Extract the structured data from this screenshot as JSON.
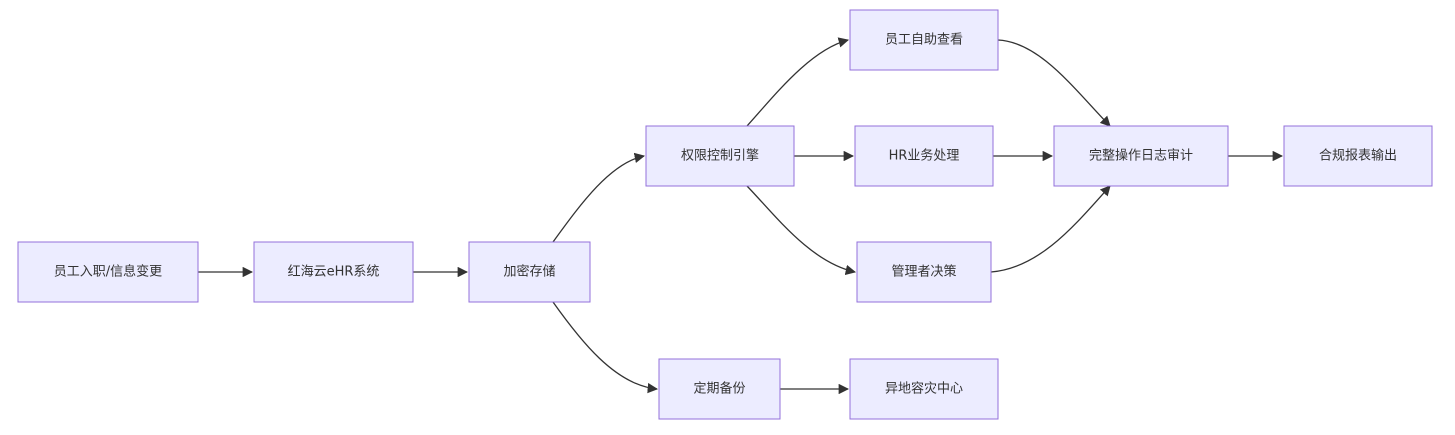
{
  "diagram": {
    "type": "flowchart",
    "colors": {
      "node_fill": "#ececff",
      "node_stroke": "#9370db",
      "edge": "#333333",
      "text": "#333333"
    },
    "nodes": {
      "onboard": "员工入职/信息变更",
      "ehr": "红海云eHR系统",
      "encrypt": "加密存储",
      "access": "权限控制引擎",
      "backup": "定期备份",
      "selfservice": "员工自助查看",
      "hrprocess": "HR业务处理",
      "manager": "管理者决策",
      "disaster": "异地容灾中心",
      "audit": "完整操作日志审计",
      "report": "合规报表输出"
    },
    "edges": [
      {
        "from": "onboard",
        "to": "ehr"
      },
      {
        "from": "ehr",
        "to": "encrypt"
      },
      {
        "from": "encrypt",
        "to": "access"
      },
      {
        "from": "encrypt",
        "to": "backup"
      },
      {
        "from": "access",
        "to": "selfservice"
      },
      {
        "from": "access",
        "to": "hrprocess"
      },
      {
        "from": "access",
        "to": "manager"
      },
      {
        "from": "backup",
        "to": "disaster"
      },
      {
        "from": "selfservice",
        "to": "audit"
      },
      {
        "from": "hrprocess",
        "to": "audit"
      },
      {
        "from": "manager",
        "to": "audit"
      },
      {
        "from": "audit",
        "to": "report"
      }
    ]
  }
}
